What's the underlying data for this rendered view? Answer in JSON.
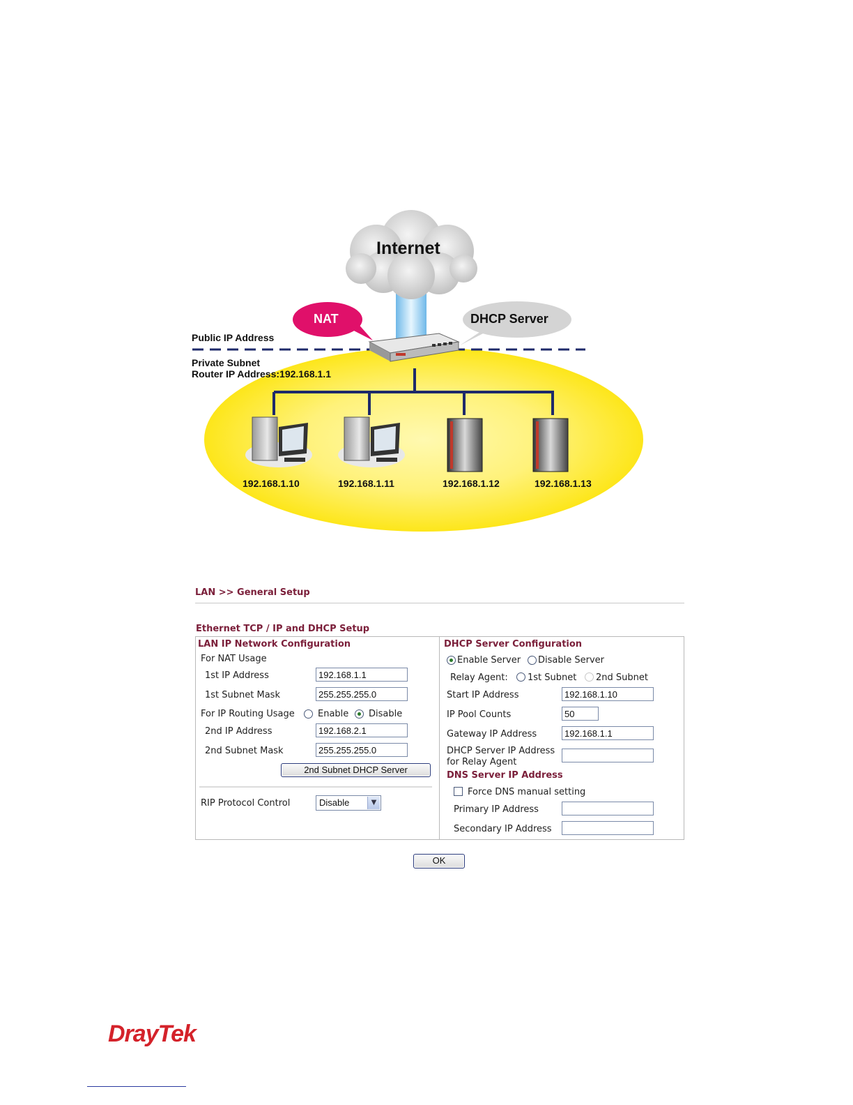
{
  "diagram": {
    "cloud_label": "Internet",
    "nat_label": "NAT",
    "dhcp_label": "DHCP Server",
    "public_ip_label": "Public IP Address",
    "private_subnet_label": "Private Subnet",
    "router_ip_label": "Router IP Address:192.168.1.1",
    "hosts": [
      "192.168.1.10",
      "192.168.1.11",
      "192.168.1.12",
      "192.168.1.13"
    ]
  },
  "page": {
    "breadcrumb": "LAN >> General Setup",
    "section_title": "Ethernet TCP / IP and DHCP Setup"
  },
  "lan": {
    "title": "LAN IP Network Configuration",
    "nat_usage": "For NAT Usage",
    "ip1_label": "1st IP Address",
    "ip1_value": "192.168.1.1",
    "mask1_label": "1st Subnet Mask",
    "mask1_value": "255.255.255.0",
    "routing_label": "For IP Routing Usage",
    "enable_label": "Enable",
    "disable_label": "Disable",
    "routing_selected": "Disable",
    "ip2_label": "2nd IP Address",
    "ip2_value": "192.168.2.1",
    "mask2_label": "2nd Subnet Mask",
    "mask2_value": "255.255.255.0",
    "dhcp2_button": "2nd Subnet DHCP Server",
    "rip_label": "RIP Protocol Control",
    "rip_value": "Disable"
  },
  "dhcp": {
    "title": "DHCP Server Configuration",
    "enable_server": "Enable Server",
    "disable_server": "Disable Server",
    "server_selected": "Enable Server",
    "relay_label": "Relay Agent:",
    "relay_first": "1st Subnet",
    "relay_second": "2nd Subnet",
    "start_ip_label": "Start IP Address",
    "start_ip_value": "192.168.1.10",
    "pool_label": "IP Pool Counts",
    "pool_value": "50",
    "gateway_label": "Gateway IP Address",
    "gateway_value": "192.168.1.1",
    "relay_ip_label_1": "DHCP Server IP Address",
    "relay_ip_label_2": "for Relay Agent",
    "relay_ip_value": "",
    "dns_title": "DNS Server IP Address",
    "force_dns": "Force DNS manual setting",
    "primary_label": "Primary IP Address",
    "primary_value": "",
    "secondary_label": "Secondary IP Address",
    "secondary_value": ""
  },
  "ok_button": "OK",
  "logo": {
    "text": "DrayTek",
    "color": "#d4222a"
  }
}
